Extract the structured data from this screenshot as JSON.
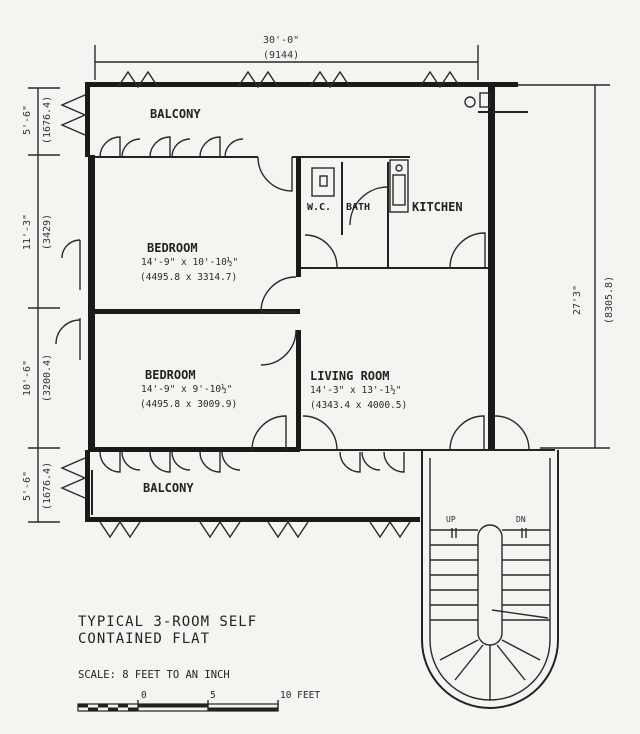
{
  "dimensions": {
    "overall_width": "30'-0\"",
    "overall_width_mm": "(9144)",
    "overall_depth": "27'3\"",
    "overall_depth_mm": "(8305.8)",
    "left_balcony_top": "5'-6\"",
    "left_balcony_top_mm": "(1676.4)",
    "left_bedroom_1": "11'-3\"",
    "left_bedroom_1_mm": "(3429)",
    "left_bedroom_2": "10'-6\"",
    "left_bedroom_2_mm": "(3200.4)",
    "left_balcony_bottom": "5'-6\"",
    "left_balcony_bottom_mm": "(1676.4)"
  },
  "rooms": {
    "balcony_top": "BALCONY",
    "wc": "W.C.",
    "bath": "BATH",
    "kitchen": "KITCHEN",
    "bedroom_1": {
      "name": "BEDROOM",
      "size": "14'-9\" x 10'-10½\"",
      "size_mm": "(4495.8 x 3314.7)"
    },
    "bedroom_2": {
      "name": "BEDROOM",
      "size": "14'-9\" x 9'-10½\"",
      "size_mm": "(4495.8 x 3009.9)"
    },
    "living_room": {
      "name": "LIVING ROOM",
      "size": "14'-3\" x 13'-1½\"",
      "size_mm": "(4343.4 x 4000.5)"
    },
    "balcony_bottom": "BALCONY"
  },
  "stairs": {
    "up": "UP",
    "down": "DN"
  },
  "title": {
    "line1": "TYPICAL 3-ROOM SELF",
    "line2": "CONTAINED FLAT"
  },
  "scale": {
    "text": "SCALE: 8 FEET TO AN INCH",
    "tick_0": "0",
    "tick_5": "5",
    "tick_10": "10 FEET"
  }
}
